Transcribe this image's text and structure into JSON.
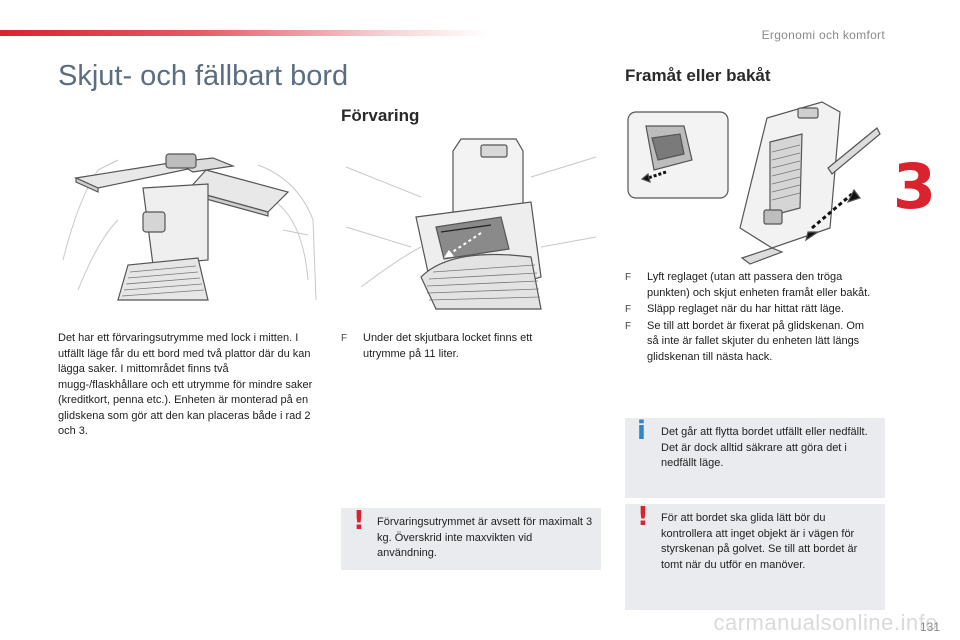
{
  "header": {
    "section_label": "Ergonomi och komfort",
    "chapter_number": "3"
  },
  "title": "Skjut- och fällbart bord",
  "sections": {
    "forvaring": {
      "heading": "Förvaring"
    },
    "framat": {
      "heading": "Framåt eller bakåt"
    }
  },
  "intro_text": "Det har ett förvaringsutrymme med lock i mitten. I utfällt läge får du ett bord med två plattor där du kan lägga saker. I mittområdet finns två mugg-/flaskhållare och ett utrymme för mindre saker (kreditkort, penna etc.). Enheten är monterad på en glidskena som gör att den kan placeras både i rad 2 och 3.",
  "forvaring_bullets": [
    "Under det skjutbara locket finns ett utrymme på 11 liter."
  ],
  "framat_bullets": [
    "Lyft reglaget (utan att passera den tröga punkten) och skjut enheten framåt eller bakåt.",
    "Släpp reglaget när du har hittat rätt läge.",
    "Se till att bordet är fixerat på glidskenan. Om så inte är fallet skjuter du enheten lätt längs glidskenan till nästa hack."
  ],
  "bullet_marker": "F",
  "notes": {
    "warning_weight": {
      "icon": "!",
      "text": "Förvaringsutrymmet är avsett för maximalt 3 kg. Överskrid inte maxvikten vid användning."
    },
    "info_move": {
      "icon": "i",
      "text": "Det går att flytta bordet utfällt eller nedfällt. Det är dock alltid säkrare att göra det i nedfällt läge."
    },
    "warning_slide": {
      "icon": "!",
      "text": "För att bordet ska glida lätt bör du kontrollera att inget objekt är i vägen för styrskenan på golvet. Se till att bordet är tomt när du utför en manöver."
    }
  },
  "footer": {
    "page_number": "131",
    "watermark": "carmanualsonline.info"
  },
  "colors": {
    "accent_red": "#d9232e",
    "title_blue_gray": "#5b6d80",
    "info_blue": "#2f86c8",
    "note_bg": "#e9ebee"
  }
}
